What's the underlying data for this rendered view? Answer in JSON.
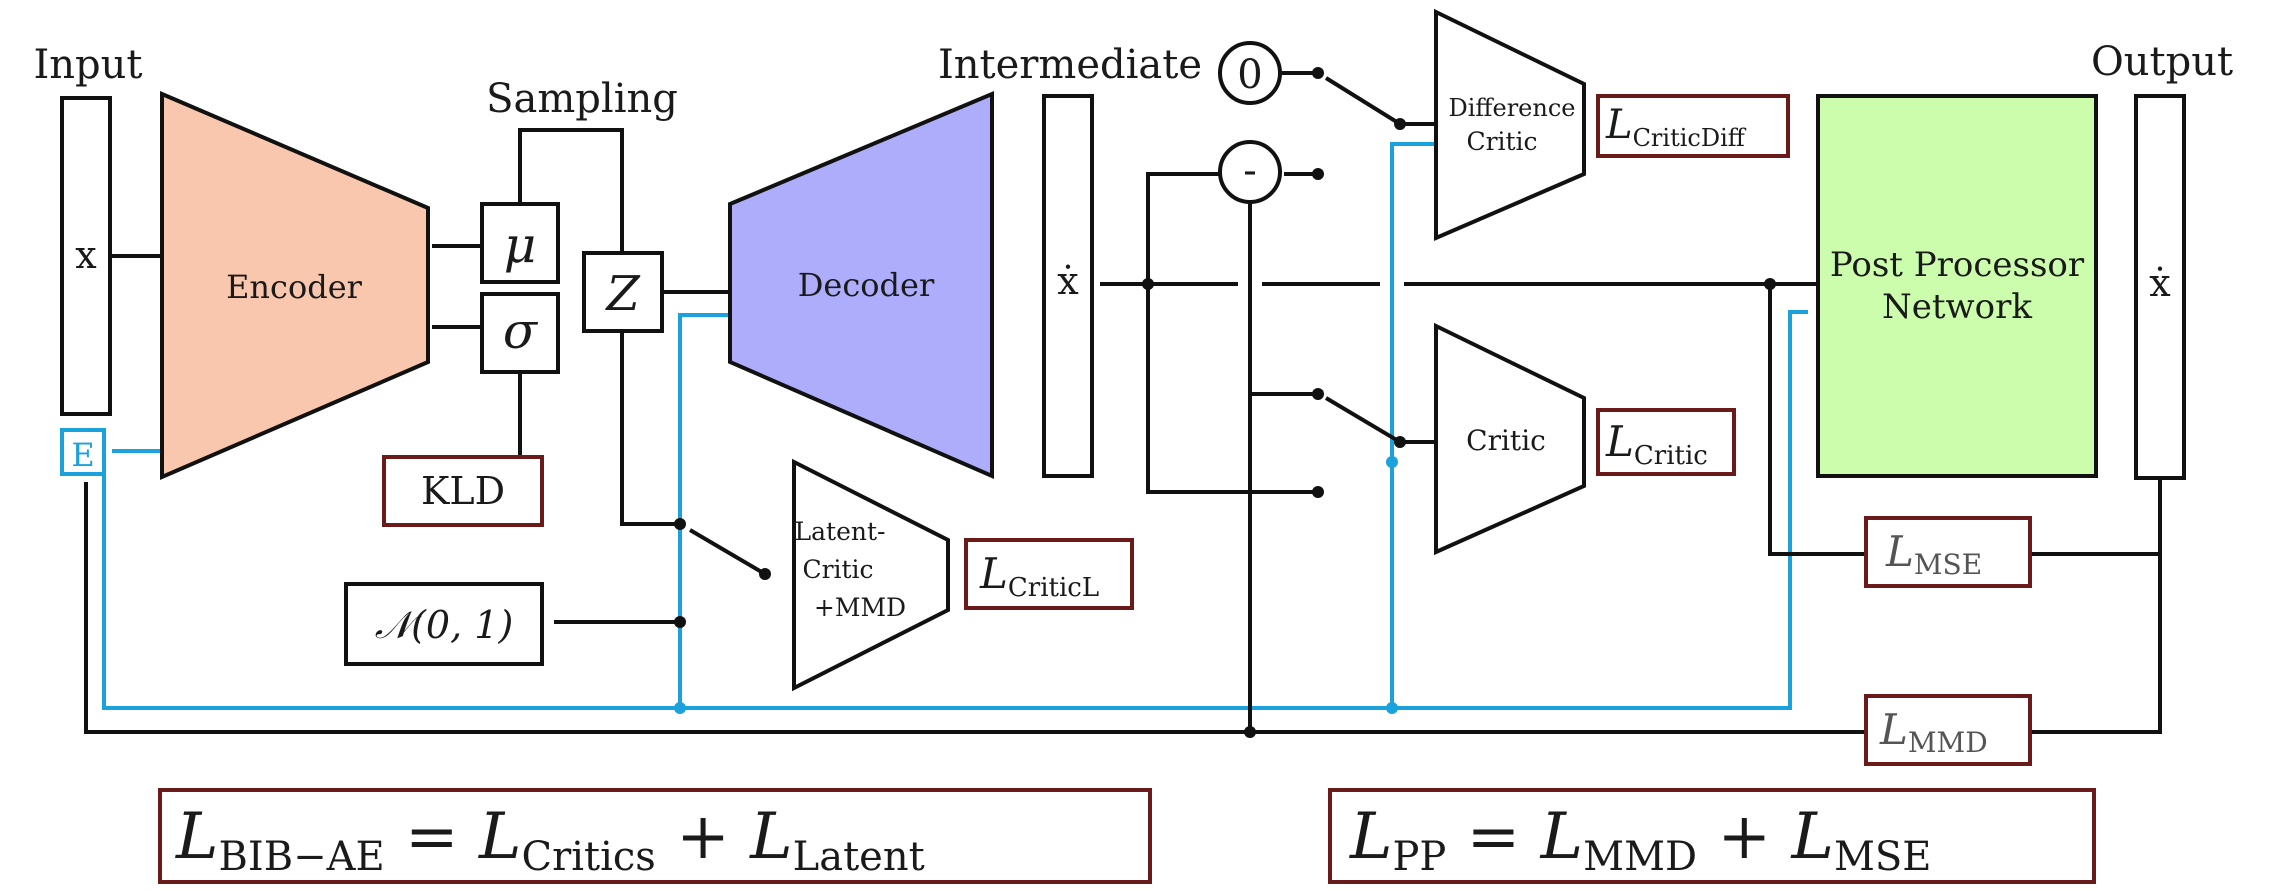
{
  "labels": {
    "input": "Input",
    "sampling": "Sampling",
    "intermediate": "Intermediate",
    "output": "Output"
  },
  "nodes": {
    "x": "x",
    "e": "E",
    "encoder": "Encoder",
    "mu": "μ",
    "sigma": "σ",
    "z": "Z",
    "decoder": "Decoder",
    "kld": "KLD",
    "normal": "𝒩(0, 1)",
    "x_dot_intermediate": "ẋ",
    "x_dot_output": "ẋ",
    "latent_critic_line1": "Latent-",
    "latent_critic_line2": "Critic",
    "latent_critic_line3": "+MMD",
    "zero": "0",
    "minus": "-",
    "difference_critic_line1": "Difference",
    "difference_critic_line2": "Critic",
    "critic": "Critic",
    "post_processor_line1": "Post Processor",
    "post_processor_line2": "Network"
  },
  "losses": {
    "critic_diff": {
      "base": "L",
      "sub": "CriticDiff"
    },
    "critic": {
      "base": "L",
      "sub": "Critic"
    },
    "critic_l": {
      "base": "L",
      "sub": "CriticL"
    },
    "mse": {
      "base": "L",
      "sub": "MSE"
    },
    "mmd": {
      "base": "L",
      "sub": "MMD"
    }
  },
  "equations": {
    "bib_ae": {
      "lhs_base": "L",
      "lhs_sub": "BIB−AE",
      "eq": " = ",
      "t1_base": "L",
      "t1_sub": "Critics",
      "plus": " + ",
      "t2_base": "L",
      "t2_sub": "Latent"
    },
    "pp": {
      "lhs_base": "L",
      "lhs_sub": "PP",
      "eq": " = ",
      "t1_base": "L",
      "t1_sub": "MMD",
      "plus": " + ",
      "t2_base": "L",
      "t2_sub": "MSE"
    }
  },
  "colors": {
    "encoder": "#f9c6ae",
    "decoder": "#adadfb",
    "post_processor": "#cbfdac",
    "blue_path": "#1ba1dc",
    "loss_border": "#6b1a1a"
  }
}
